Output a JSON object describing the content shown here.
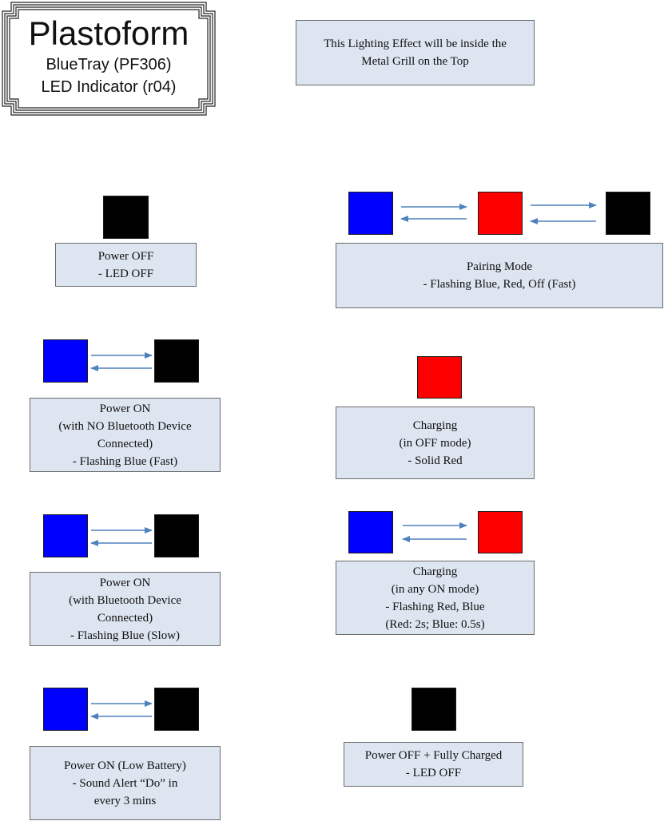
{
  "header": {
    "brand": "Plastoform",
    "model": "BlueTray (PF306)",
    "doc": "LED Indicator (r04)"
  },
  "note": {
    "line1": "This Lighting Effect will be inside the",
    "line2": "Metal Grill on the Top"
  },
  "colors": {
    "blue": "#0000ff",
    "red": "#ff0000",
    "black": "#000000",
    "box_fill": "#dde5f0",
    "arrow": "#4f81bd"
  },
  "states": [
    {
      "id": "power-off",
      "lines": [
        "Power OFF",
        "- LED OFF"
      ],
      "leds": [
        "black"
      ]
    },
    {
      "id": "pairing-mode",
      "lines": [
        "Pairing Mode",
        "- Flashing Blue, Red, Off (Fast)"
      ],
      "leds": [
        "blue",
        "red",
        "black"
      ]
    },
    {
      "id": "power-on-no-bt",
      "lines": [
        "Power ON",
        "(with NO Bluetooth Device",
        "Connected)",
        "- Flashing Blue (Fast)"
      ],
      "leds": [
        "blue",
        "black"
      ]
    },
    {
      "id": "charging-off",
      "lines": [
        "Charging",
        "(in OFF mode)",
        "- Solid Red"
      ],
      "leds": [
        "red"
      ]
    },
    {
      "id": "power-on-bt",
      "lines": [
        "Power ON",
        "(with Bluetooth Device",
        "Connected)",
        "- Flashing Blue (Slow)"
      ],
      "leds": [
        "blue",
        "black"
      ]
    },
    {
      "id": "charging-on",
      "lines": [
        "Charging",
        "(in any ON mode)",
        "- Flashing Red, Blue",
        "(Red: 2s; Blue: 0.5s)"
      ],
      "leds": [
        "blue",
        "red"
      ]
    },
    {
      "id": "low-battery",
      "lines": [
        "Power ON (Low Battery)",
        "-  Sound Alert “Do” in",
        "every 3 mins"
      ],
      "leds": [
        "blue",
        "black"
      ]
    },
    {
      "id": "fully-charged",
      "lines": [
        "Power OFF + Fully Charged",
        "- LED OFF"
      ],
      "leds": [
        "black"
      ]
    }
  ]
}
